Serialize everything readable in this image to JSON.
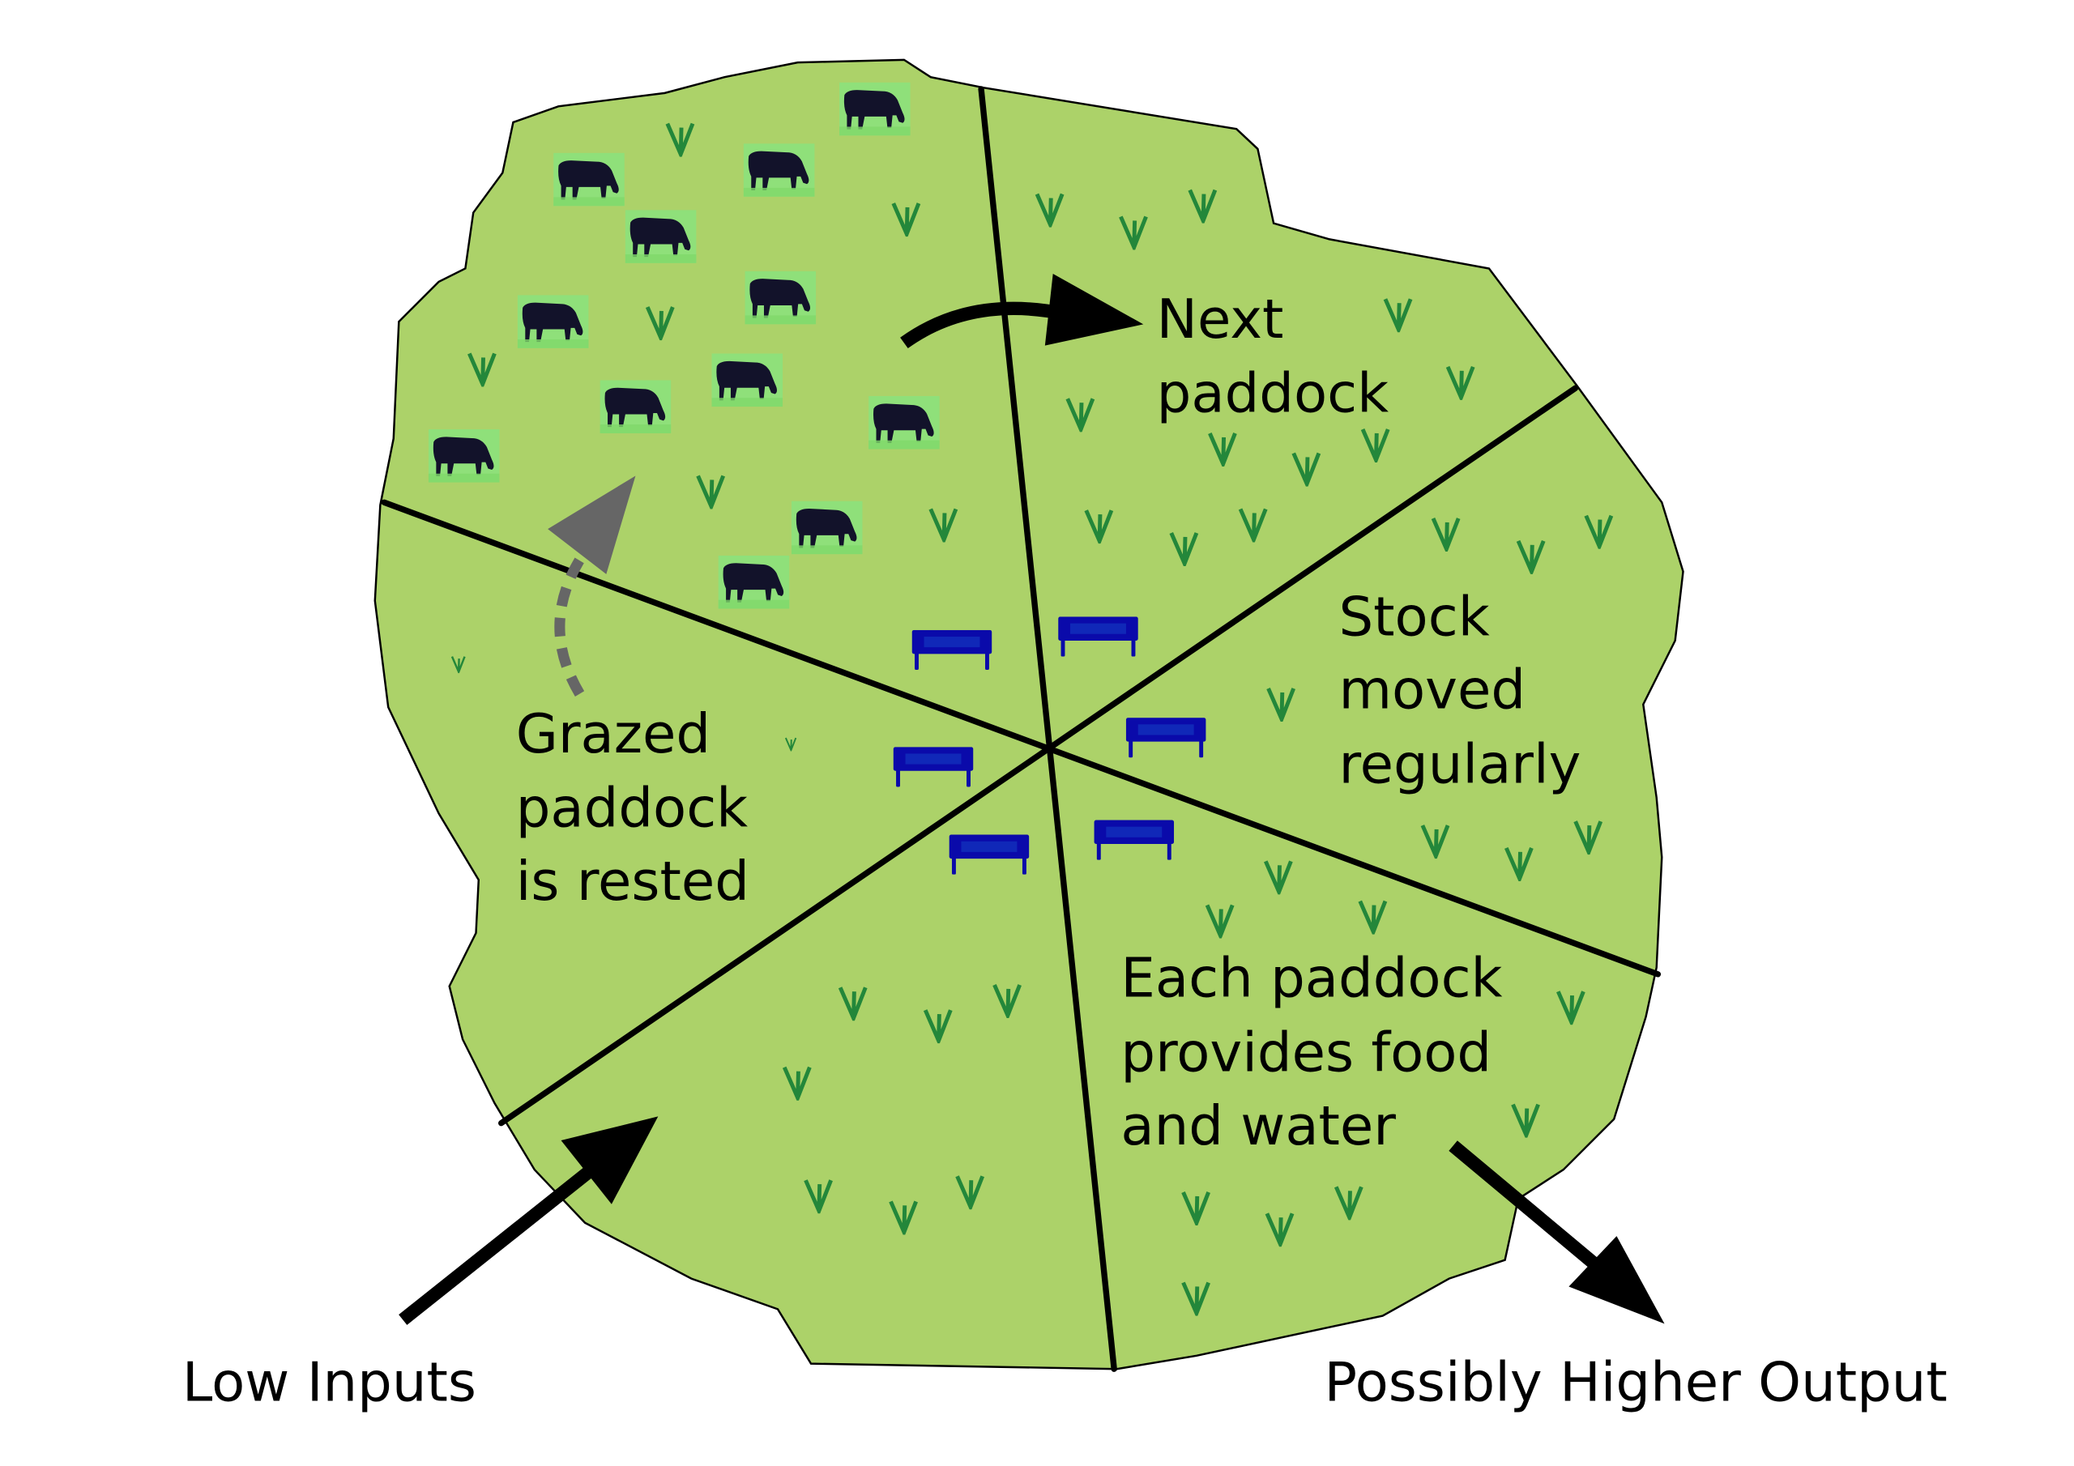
{
  "labels": {
    "next_paddock": [
      "Next",
      "paddock"
    ],
    "stock_moved": [
      "Stock",
      "moved",
      "regularly"
    ],
    "grazed_rested": [
      "Grazed",
      "paddock",
      "is rested"
    ],
    "each_paddock": [
      "Each paddock",
      "provides food",
      "and water"
    ],
    "low_inputs": "Low Inputs",
    "higher_output": "Possibly Higher Output"
  },
  "colors": {
    "pasture": "#acd269",
    "grass": "#23873a",
    "trough": "#0a0aaa",
    "trough_inner": "#1028b8",
    "fence": "#000000",
    "rest_arrow": "#666666"
  },
  "counts": {
    "cows": 12,
    "troughs": 6,
    "paddocks": 6
  }
}
